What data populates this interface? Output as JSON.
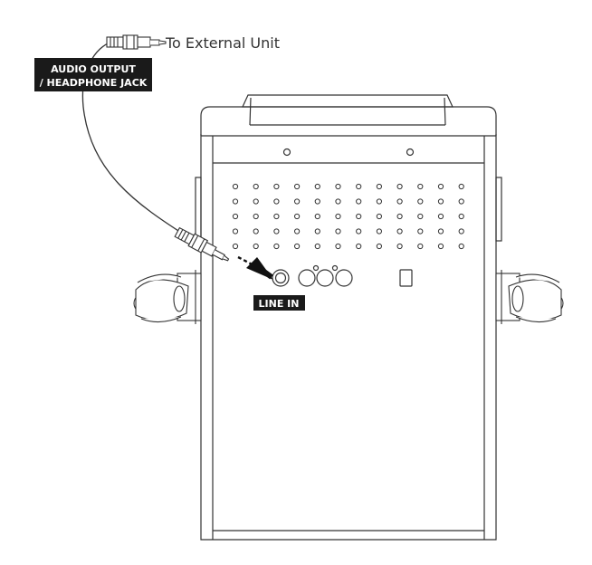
{
  "labels": {
    "to_external": "To External Unit",
    "audio_output_line1": "AUDIO OUTPUT",
    "audio_output_line2": "/ HEADPHONE JACK",
    "line_in": "LINE IN"
  },
  "colors": {
    "stroke": "#333333",
    "label_bg": "#1a1a1a",
    "label_text": "#ffffff",
    "arrow": "#111111"
  },
  "icons": {
    "plug_top": "audio-plug-icon",
    "plug_bottom": "audio-plug-icon",
    "arrow": "arrow-icon",
    "line_in_jack": "jack-icon",
    "mic_left": "microphone-icon",
    "mic_right": "microphone-icon"
  }
}
